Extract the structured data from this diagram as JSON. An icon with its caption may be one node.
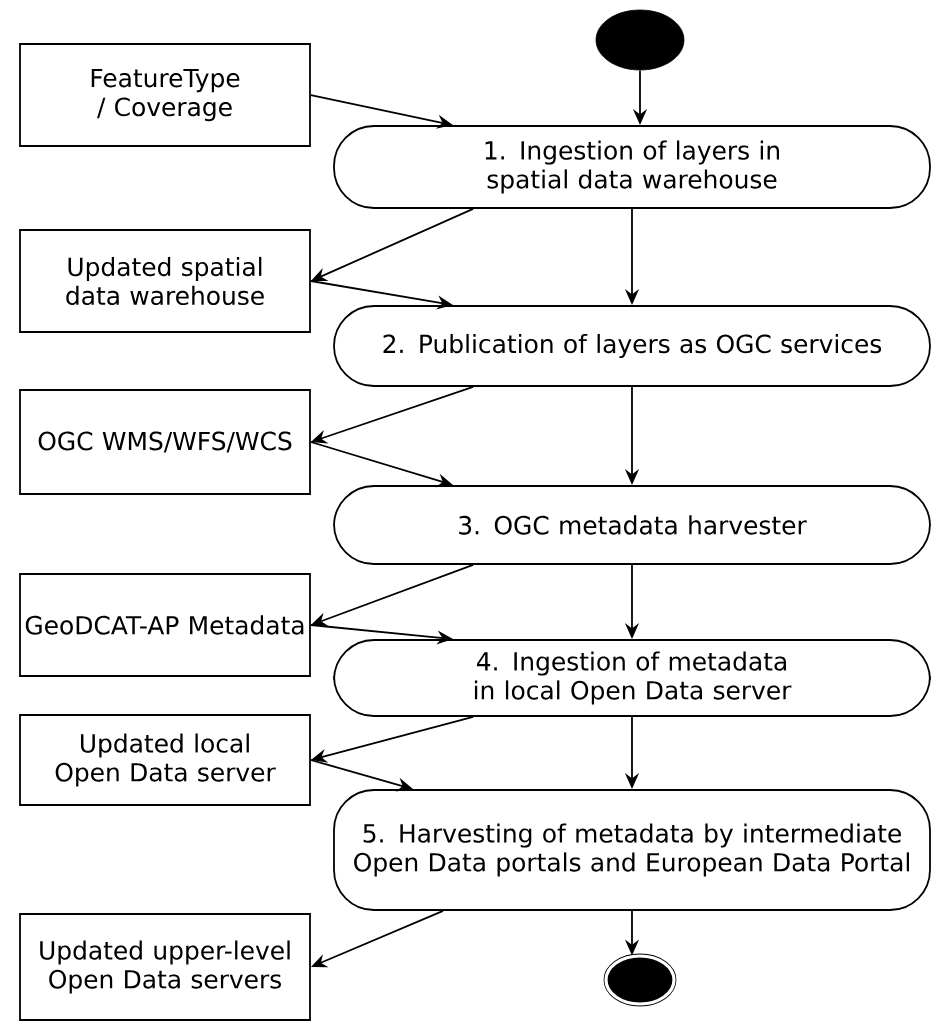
{
  "diagram": {
    "nodes": [
      {
        "text": [],
        "shape": "circle"
      },
      {
        "text": [
          "FeatureType / Coverage"
        ]
      },
      {
        "text": [
          "1. Ingestion of layers in spatial data warehouse"
        ]
      },
      {
        "text": [
          "Updated spatial data warehouse"
        ]
      },
      {
        "text": [
          "2. Publication of layers as OGC services"
        ]
      },
      {
        "text": [
          "OGC WMS/WFS/WCS"
        ]
      },
      {
        "text": [
          "3. OGC metadata harvester"
        ]
      },
      {
        "text": [
          "GeoDCAT-AP Metadata"
        ]
      },
      {
        "text": [
          "4. Ingestion of metadata in local Open Data server"
        ]
      },
      {
        "text": [
          "Updated local Open Data server"
        ]
      },
      {
        "text": [
          "5. Harvesting of metadata by intermediate Open Data portals and European Data Portal"
        ]
      },
      {
        "text": [
          "Updated upper-level Open Data servers"
        ]
      },
      {
        "text": [],
        "shape": "bullseye"
      }
    ],
    "edges": [
      {
        "from": 0,
        "to": 2,
        "arrow": "to"
      },
      {
        "from": 1,
        "to": 2,
        "arrow": "to"
      },
      {
        "from": 2,
        "to": 3,
        "arrow": "to"
      },
      {
        "from": 2,
        "to": 4,
        "arrow": "to"
      },
      {
        "from": 3,
        "to": 4,
        "arrow": "to"
      },
      {
        "from": 4,
        "to": 5,
        "arrow": "to"
      },
      {
        "from": 4,
        "to": 6,
        "arrow": "to"
      },
      {
        "from": 5,
        "to": 6,
        "arrow": "to"
      },
      {
        "from": 6,
        "to": 7,
        "arrow": "to"
      },
      {
        "from": 6,
        "to": 8,
        "arrow": "to"
      },
      {
        "from": 7,
        "to": 8,
        "arrow": "to"
      },
      {
        "from": 8,
        "to": 9,
        "arrow": "to"
      },
      {
        "from": 8,
        "to": 10,
        "arrow": "to"
      },
      {
        "from": 9,
        "to": 10,
        "arrow": "to"
      },
      {
        "from": 10,
        "to": 11,
        "arrow": "to"
      },
      {
        "from": 10,
        "to": 12,
        "arrow": "to"
      }
    ]
  }
}
